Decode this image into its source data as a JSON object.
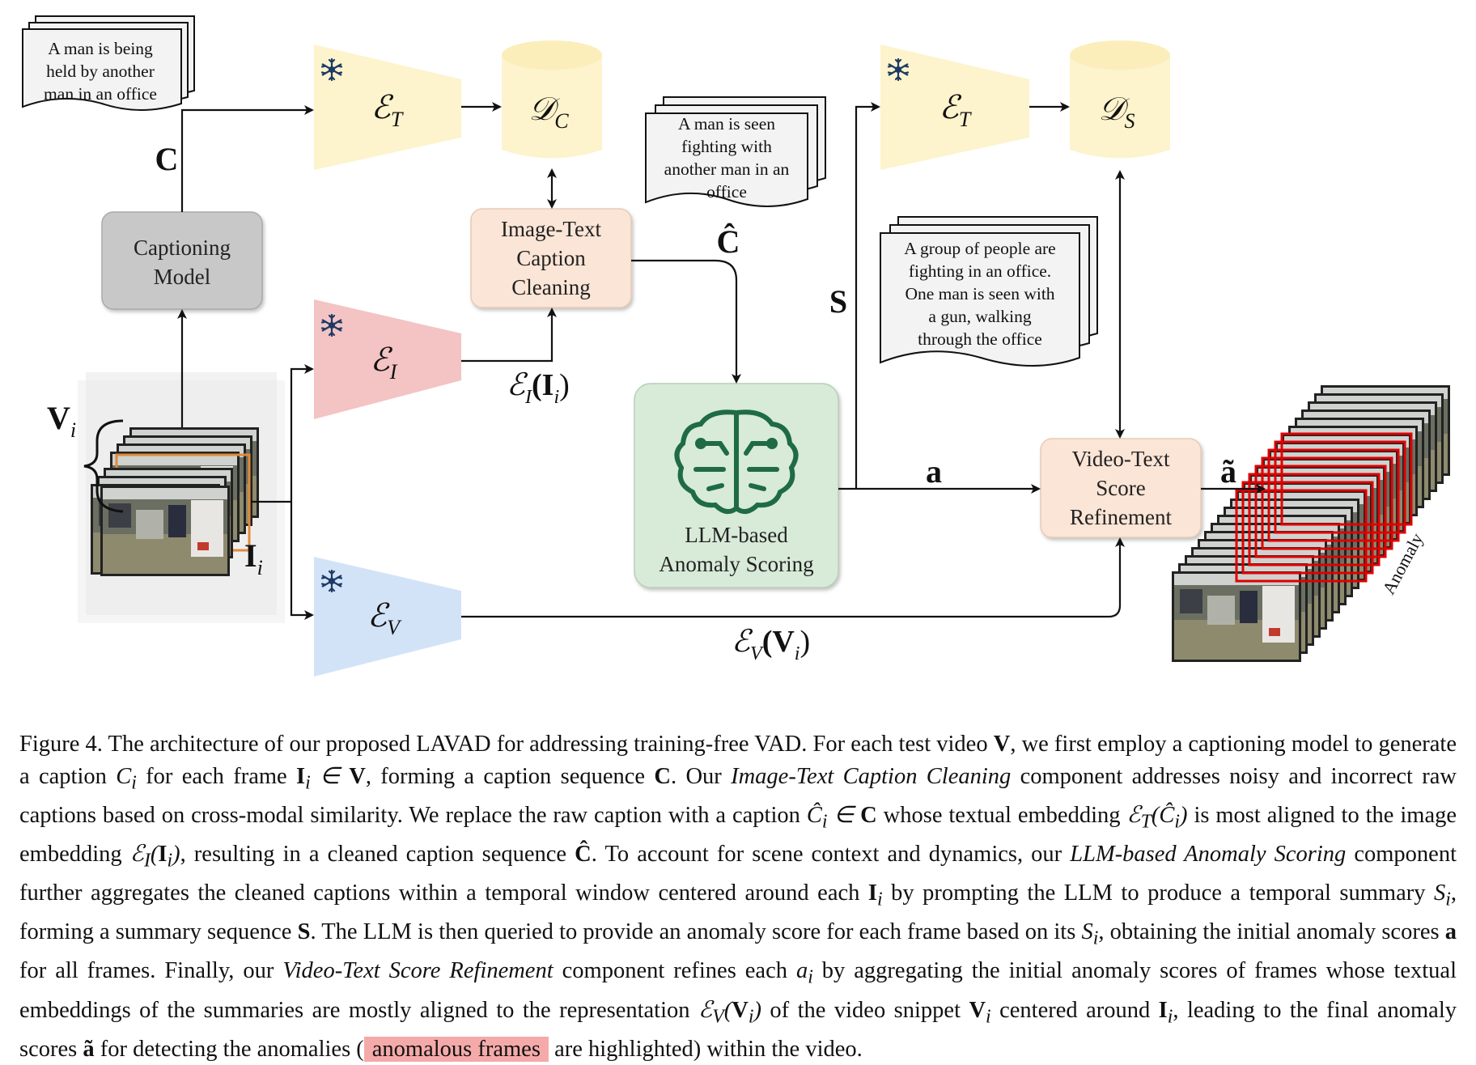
{
  "figure": {
    "docs": {
      "raw_caption": [
        "A man is being",
        "held by another",
        "man in an office"
      ],
      "clean_caption": [
        "A man is seen",
        "fighting with",
        "another man in an",
        "office"
      ],
      "summary": [
        "A group of people are",
        "fighting in an office.",
        "One man is seen with",
        "a gun, walking",
        "through the office"
      ]
    },
    "boxes": {
      "captioning": [
        "Captioning",
        "Model"
      ],
      "cleaning": [
        "Image-Text",
        "Caption",
        "Cleaning"
      ],
      "llm": [
        "LLM-based",
        "Anomaly Scoring"
      ],
      "refine": [
        "Video-Text",
        "Score",
        "Refinement"
      ]
    },
    "encoders": {
      "text_top": "ℰ",
      "text_top_sub": "T",
      "text_right": "ℰ",
      "text_right_sub": "T",
      "image": "ℰ",
      "image_sub": "I",
      "video": "ℰ",
      "video_sub": "V"
    },
    "databases": {
      "captions": "𝒟",
      "captions_sub": "C",
      "summaries": "𝒟",
      "summaries_sub": "S"
    },
    "symbols": {
      "C": "C",
      "C_hat": "Ĉ",
      "S": "S",
      "a": "a",
      "a_tilde": "ã",
      "V_i": "V",
      "V_i_sub": "i",
      "I_i": "I",
      "I_i_sub": "i",
      "EI_label": "ℰ",
      "EI_sub": "I",
      "EI_arg": "(I",
      "EI_arg_sub": "i",
      "EI_close": ")",
      "EV_label": "ℰ",
      "EV_sub": "V",
      "EV_arg": "(V",
      "EV_arg_sub": "i",
      "EV_close": ")"
    },
    "anomaly_label": "Anomaly",
    "colors": {
      "text_encoder": "#fdf3cc",
      "image_encoder": "#f4c3c3",
      "video_encoder": "#d3e3f7",
      "database": "#fdf3cc",
      "captioning": "#c8c8c8",
      "cleaning": "#fbe5d6",
      "llm": "#d8ead8",
      "refine": "#fbe5d6",
      "anomalous_frame": "#e00000",
      "highlight": "#f5aaaa"
    }
  },
  "caption": {
    "s1": "Figure 4. The architecture of our proposed LAVAD for addressing training-free VAD. For each test video ",
    "V": "V",
    "s2": ", we first employ a captioning model to generate a caption ",
    "s3": " for each frame ",
    "s4": ", forming a caption sequence ",
    "C": "C",
    "s5": ". Our ",
    "itcc": "Image-Text Caption Cleaning",
    "s6": " component addresses noisy and incorrect raw captions based on cross-modal similarity. We replace the raw caption with a caption ",
    "s7": " whose textual embedding ",
    "s8": " is most aligned to the image embedding ",
    "s9": ", resulting in a cleaned caption sequence ",
    "Chat": "Ĉ",
    "s10": ". To account for scene context and dynamics, our ",
    "llm": "LLM-based Anomaly Scoring",
    "s11": " component further aggregates the cleaned captions within a temporal window centered around each ",
    "s12": " by prompting the LLM to produce a temporal summary ",
    "s13": ", forming a summary sequence ",
    "S": "S",
    "s14": ". The LLM is then queried to provide an anomaly score for each frame based on its ",
    "s15": ", obtaining the initial anomaly scores ",
    "a": "a",
    "s16": " for all frames. Finally, our ",
    "vtsr": "Video-Text Score Refinement",
    "s17": " component refines each ",
    "s18": " by aggregating the initial anomaly scores of frames whose textual embeddings of the summaries are mostly aligned to the representation ",
    "s19": " of the video snippet ",
    "s20": " centered around ",
    "s21": ", leading to the final anomaly scores ",
    "atilde": "ã",
    "s22": " for detecting the anomalies (",
    "anomalous": "anomalous frames",
    "s23": " are highlighted) within the video."
  }
}
